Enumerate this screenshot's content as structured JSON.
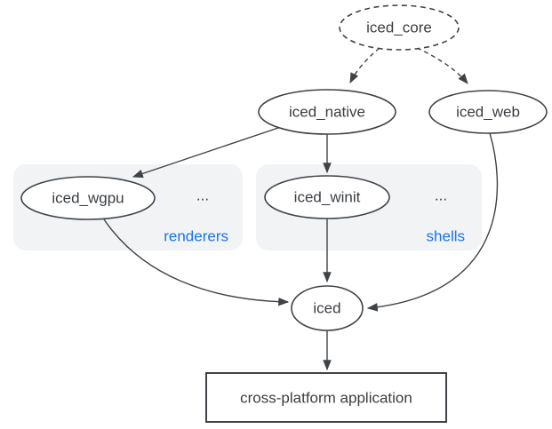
{
  "diagram": {
    "nodes": {
      "iced_core": {
        "label": "iced_core"
      },
      "iced_native": {
        "label": "iced_native"
      },
      "iced_web": {
        "label": "iced_web"
      },
      "iced_wgpu": {
        "label": "iced_wgpu"
      },
      "iced_winit": {
        "label": "iced_winit"
      },
      "iced": {
        "label": "iced"
      },
      "application": {
        "label": "cross-platform application"
      }
    },
    "groups": {
      "renderers": {
        "label": "renderers",
        "ellipsis": "..."
      },
      "shells": {
        "label": "shells",
        "ellipsis": "..."
      }
    },
    "colors": {
      "stroke": "#3f4347",
      "text": "#3a3d41",
      "group_label": "#1a73e8",
      "group_background": "#f1f3f5",
      "background": "#ffffff"
    }
  }
}
